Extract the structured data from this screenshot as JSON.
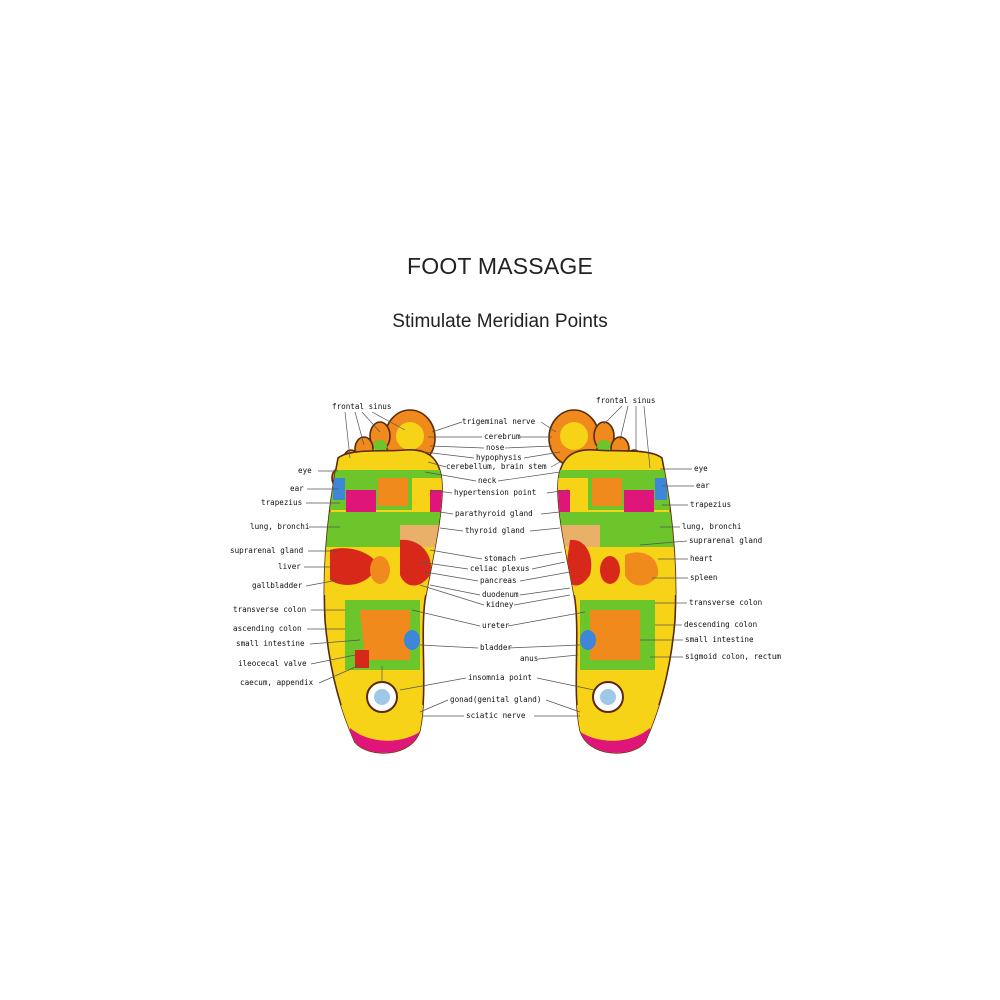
{
  "header": {
    "title": "FOOT MASSAGE",
    "subtitle": "Stimulate Meridian Points"
  },
  "left_foot": {
    "outer_labels": [
      {
        "id": "frontal-sinus",
        "text": "frontal sinus"
      },
      {
        "id": "eye",
        "text": "eye"
      },
      {
        "id": "ear",
        "text": "ear"
      },
      {
        "id": "trapezius",
        "text": "trapezius"
      },
      {
        "id": "lung-bronchi",
        "text": "lung, bronchi"
      },
      {
        "id": "suprarenal-gland",
        "text": "suprarenal gland"
      },
      {
        "id": "liver",
        "text": "liver"
      },
      {
        "id": "gallbladder",
        "text": "gallbladder"
      },
      {
        "id": "transverse-colon",
        "text": "transverse colon"
      },
      {
        "id": "ascending-colon",
        "text": "ascending colon"
      },
      {
        "id": "small-intestine",
        "text": "small intestine"
      },
      {
        "id": "ileocecal-valve",
        "text": "ileocecal valve"
      },
      {
        "id": "caecum-appendix",
        "text": "caecum, appendix"
      }
    ]
  },
  "center_labels": [
    {
      "id": "trigeminal-nerve",
      "text": "trigeminal nerve"
    },
    {
      "id": "cerebrum",
      "text": "cerebrum"
    },
    {
      "id": "nose",
      "text": "nose"
    },
    {
      "id": "hypophysis",
      "text": "hypophysis"
    },
    {
      "id": "cerebellum-brain-stem",
      "text": "cerebellum, brain stem"
    },
    {
      "id": "neck",
      "text": "neck"
    },
    {
      "id": "hypertension-point",
      "text": "hypertension point"
    },
    {
      "id": "parathyroid-gland",
      "text": "parathyroid gland"
    },
    {
      "id": "thyroid-gland",
      "text": "thyroid gland"
    },
    {
      "id": "stomach",
      "text": "stomach"
    },
    {
      "id": "celiac-plexus",
      "text": "celiac plexus"
    },
    {
      "id": "pancreas",
      "text": "pancreas"
    },
    {
      "id": "duodenum",
      "text": "duodenum"
    },
    {
      "id": "kidney",
      "text": "kidney"
    },
    {
      "id": "ureter",
      "text": "ureter"
    },
    {
      "id": "bladder",
      "text": "bladder"
    },
    {
      "id": "anus",
      "text": "anus"
    },
    {
      "id": "insomnia-point",
      "text": "insomnia point"
    },
    {
      "id": "gonad",
      "text": "gonad(genital gland)"
    },
    {
      "id": "sciatic-nerve",
      "text": "sciatic nerve"
    }
  ],
  "right_foot": {
    "outer_labels": [
      {
        "id": "frontal-sinus-r",
        "text": "frontal sinus"
      },
      {
        "id": "eye-r",
        "text": "eye"
      },
      {
        "id": "ear-r",
        "text": "ear"
      },
      {
        "id": "trapezius-r",
        "text": "trapezius"
      },
      {
        "id": "lung-bronchi-r",
        "text": "lung, bronchi"
      },
      {
        "id": "suprarenal-gland-r",
        "text": "suprarenal gland"
      },
      {
        "id": "heart",
        "text": "heart"
      },
      {
        "id": "spleen",
        "text": "spleen"
      },
      {
        "id": "transverse-colon-r",
        "text": "transverse colon"
      },
      {
        "id": "descending-colon",
        "text": "descending colon"
      },
      {
        "id": "small-intestine-r",
        "text": "small intestine"
      },
      {
        "id": "sigmoid-colon-rectum",
        "text": "sigmoid colon, rectum"
      }
    ]
  },
  "colors": {
    "yellow": "#f7d318",
    "green": "#6cc52a",
    "magenta": "#e0157a",
    "orange": "#f08a1c",
    "red": "#d8281a",
    "blue": "#3d86d8",
    "tan": "#e9b06a",
    "outline": "#5a2a0a"
  }
}
